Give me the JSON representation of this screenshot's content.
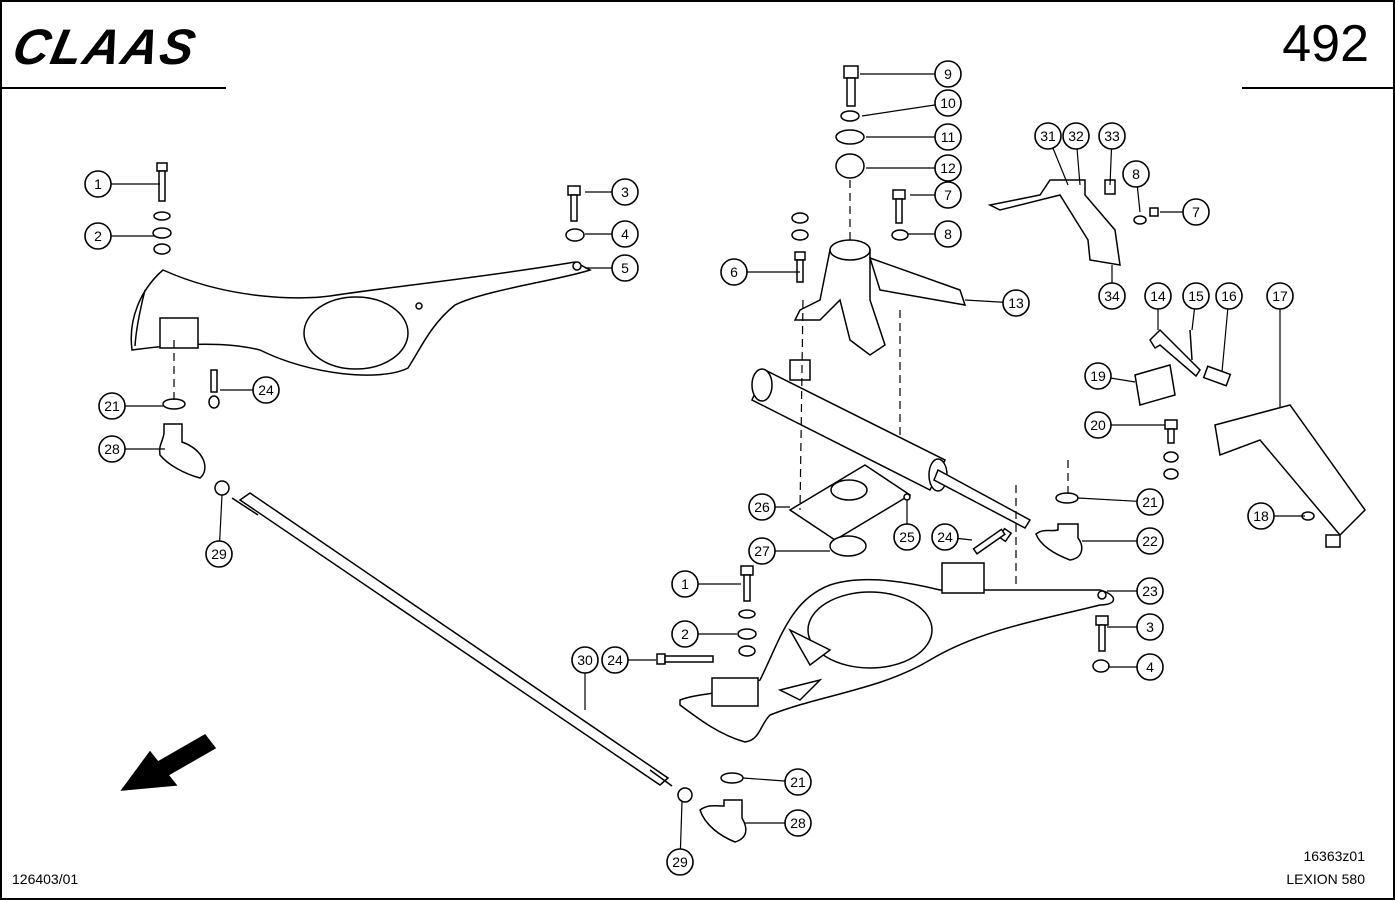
{
  "header": {
    "brand": "CLAAS",
    "page_number": "492"
  },
  "footer": {
    "drawing_ref": "126403/01",
    "figure_code": "16363z01",
    "model": "LEXION 580"
  },
  "callouts": [
    {
      "n": "1"
    },
    {
      "n": "2"
    },
    {
      "n": "3"
    },
    {
      "n": "4"
    },
    {
      "n": "5"
    },
    {
      "n": "6"
    },
    {
      "n": "7"
    },
    {
      "n": "7"
    },
    {
      "n": "8"
    },
    {
      "n": "8"
    },
    {
      "n": "9"
    },
    {
      "n": "10"
    },
    {
      "n": "11"
    },
    {
      "n": "12"
    },
    {
      "n": "13"
    },
    {
      "n": "14"
    },
    {
      "n": "15"
    },
    {
      "n": "16"
    },
    {
      "n": "17"
    },
    {
      "n": "18"
    },
    {
      "n": "19"
    },
    {
      "n": "20"
    },
    {
      "n": "21"
    },
    {
      "n": "21"
    },
    {
      "n": "21"
    },
    {
      "n": "22"
    },
    {
      "n": "23"
    },
    {
      "n": "24"
    },
    {
      "n": "24"
    },
    {
      "n": "24"
    },
    {
      "n": "25"
    },
    {
      "n": "26"
    },
    {
      "n": "27"
    },
    {
      "n": "28"
    },
    {
      "n": "28"
    },
    {
      "n": "29"
    },
    {
      "n": "29"
    },
    {
      "n": "30"
    },
    {
      "n": "31"
    },
    {
      "n": "32"
    },
    {
      "n": "33"
    },
    {
      "n": "34"
    },
    {
      "n": "1"
    },
    {
      "n": "2"
    },
    {
      "n": "3"
    },
    {
      "n": "4"
    }
  ]
}
